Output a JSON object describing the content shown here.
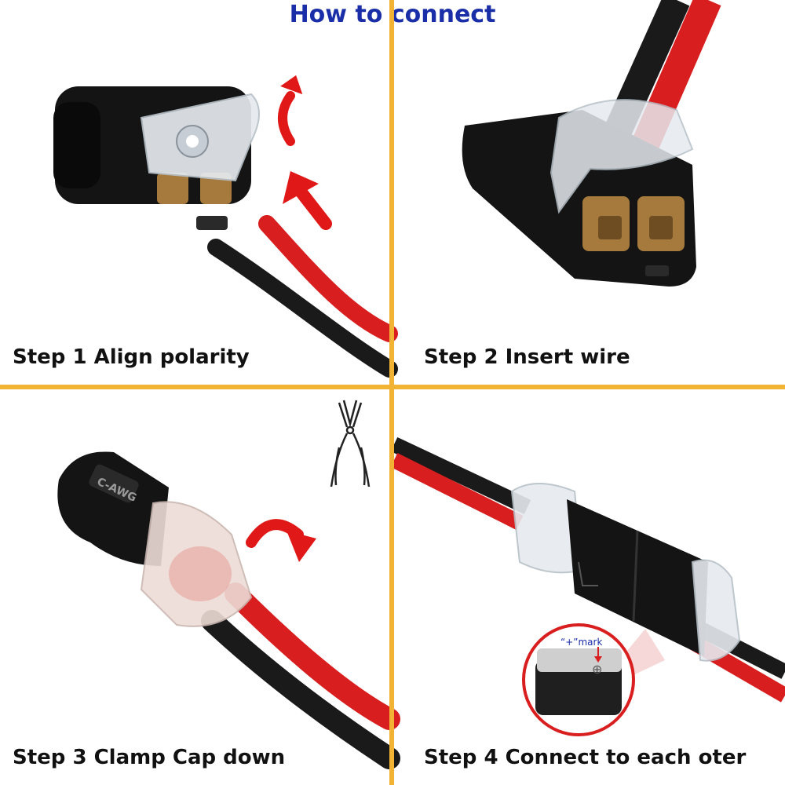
{
  "header": {
    "title": "How to connect"
  },
  "steps": [
    {
      "caption": "Step 1 Align polarity"
    },
    {
      "caption": "Step 2 Insert wire"
    },
    {
      "caption": "Step 3 Clamp Cap down"
    },
    {
      "caption": "Step 4 Connect to each oter"
    }
  ],
  "inset": {
    "mark_label": "“+”mark",
    "plus_symbol": "⊕"
  },
  "connector_label": "C-AWG",
  "colors": {
    "title": "#1a2ea8",
    "divider": "#f2b233",
    "wire_red": "#d81e1e",
    "wire_black": "#1a1a1a",
    "arrow_red": "#e01818",
    "connector_body": "#141414",
    "cap_clear": "#e6eaef",
    "contact_brass": "#a57a3c"
  },
  "icons": [
    "rotate-arrow-icon",
    "insert-arrow-icon",
    "pliers-icon",
    "clamp-arrow-icon",
    "magnifier-inset"
  ]
}
